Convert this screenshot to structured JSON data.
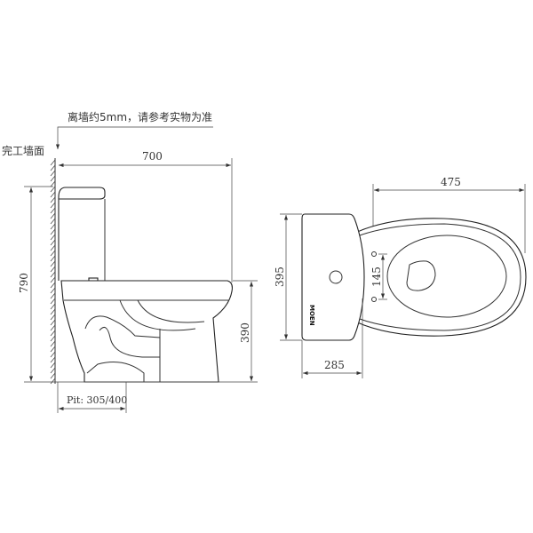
{
  "side_view": {
    "note": "离墙约5mm，请参考实物为准",
    "wall_label": "完工墙面",
    "length": "700",
    "height": "790",
    "seat_height": "390",
    "pit": "Pit: 305/400"
  },
  "top_view": {
    "bowl_length": "475",
    "tank_width": "395",
    "tank_depth": "285",
    "bolt_spacing": "145",
    "brand": "MOEN"
  }
}
